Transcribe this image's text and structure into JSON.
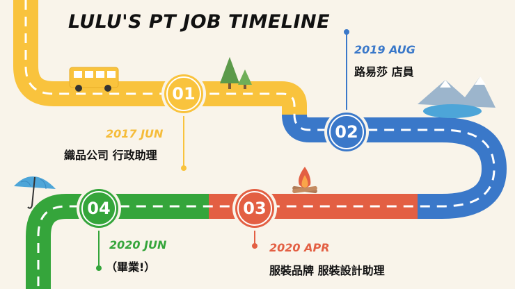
{
  "title": "LULU'S PT JOB TIMELINE",
  "colors": {
    "yellow": "#f9c33d",
    "blue": "#3a78c9",
    "orange": "#e35f43",
    "green": "#35a53b",
    "background": "#f9f4ea",
    "dash": "#ffffff"
  },
  "milestones": [
    {
      "num": "01",
      "date": "2017 JUN",
      "job": "織品公司 行政助理",
      "color": "#f9c33d",
      "date_color": "#f5bc3a"
    },
    {
      "num": "02",
      "date": "2019 AUG",
      "job": "路易莎 店員",
      "color": "#3a78c9",
      "date_color": "#3a78c9"
    },
    {
      "num": "03",
      "date": "2020 APR",
      "job": "服裝品牌 服裝設計助理",
      "color": "#e35f43",
      "date_color": "#e35f43"
    },
    {
      "num": "04",
      "date": "2020 JUN",
      "job": "（畢業!）",
      "color": "#35a53b",
      "date_color": "#35a53b"
    }
  ],
  "icons": [
    "bus-icon",
    "pine-trees-icon",
    "mountain-lake-icon",
    "campfire-icon",
    "umbrella-icon"
  ]
}
